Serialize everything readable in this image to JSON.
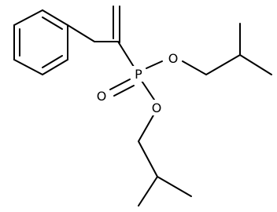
{
  "molecule": {
    "atoms": {
      "phosphorus": "P",
      "phosphoryl_oxygen": "O",
      "ester_oxygen_upper": "O",
      "ester_oxygen_lower": "O"
    }
  }
}
